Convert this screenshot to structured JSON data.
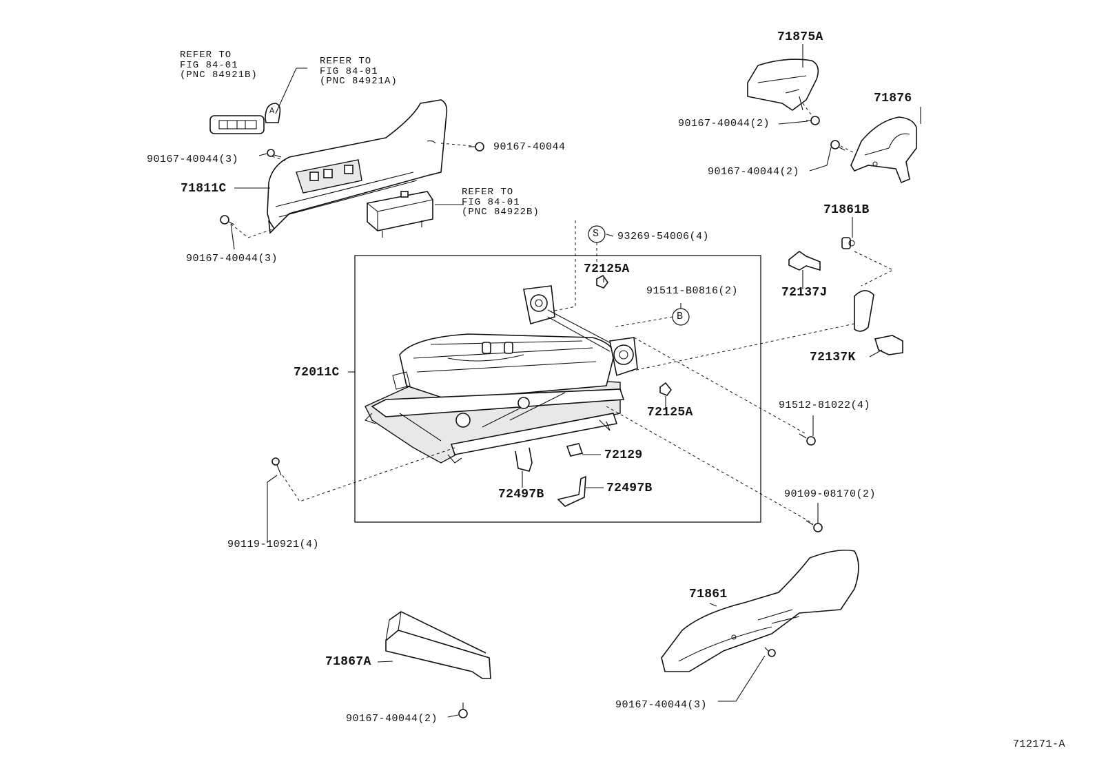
{
  "figure_id": "712171-A",
  "refs": {
    "ref1": [
      "REFER TO",
      "FIG 84-01",
      "(PNC 84921B)"
    ],
    "ref2": [
      "REFER TO",
      "FIG 84-01",
      "(PNC 84921A)"
    ],
    "ref3": [
      "REFER TO",
      "FIG 84-01",
      "(PNC 84922B)"
    ]
  },
  "symbols": {
    "s": "S",
    "b": "B",
    "a": "A"
  },
  "labels": {
    "p71875A": "71875A",
    "p71876": "71876",
    "p90167_2a": "90167-40044(2)",
    "p90167_2b": "90167-40044(2)",
    "p71861B": "71861B",
    "p90167_3a": "90167-40044(3)",
    "p90167_single": "90167-40044",
    "p71811C": "71811C",
    "p90167_3b": "90167-40044(3)",
    "p93269": "93269-54006(4)",
    "p72125A_top": "72125A",
    "p91511": "91511-B0816(2)",
    "p72137J": "72137J",
    "p72137K": "72137K",
    "p72011C": "72011C",
    "p72125A_bot": "72125A",
    "p91512": "91512-81022(4)",
    "p72129": "72129",
    "p72497B_a": "72497B",
    "p72497B_b": "72497B",
    "p90109": "90109-08170(2)",
    "p90119": "90119-10921(4)",
    "p71861": "71861",
    "p71867A": "71867A",
    "p90167_3c": "90167-40044(3)",
    "p90167_2c": "90167-40044(2)"
  }
}
